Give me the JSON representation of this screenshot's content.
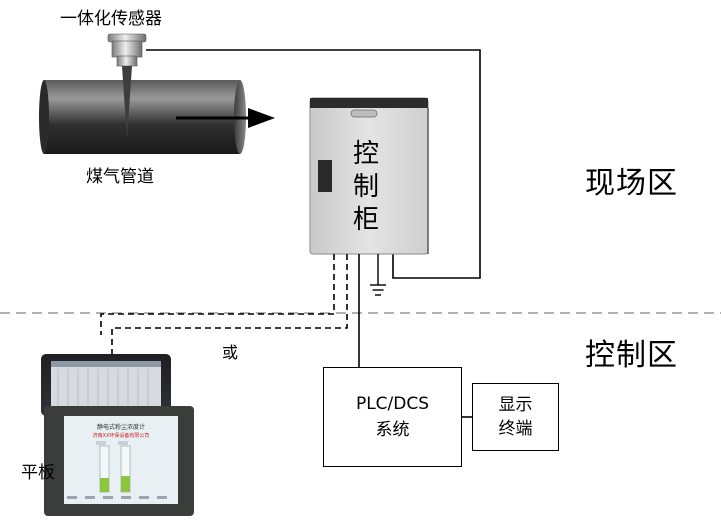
{
  "labels": {
    "sensor": "一体化传感器",
    "pipe": "煤气管道",
    "cabinet": "控制柜",
    "zone_field": "现场区",
    "zone_control": "控制区",
    "or": "或",
    "plc_line1": "PLC/DCS",
    "plc_line2": "系统",
    "display_line1": "显示",
    "display_line2": "终端",
    "tablet": "平板"
  },
  "screen": {
    "title": "静电式粉尘浓度计",
    "subtitle": "济南XX环保设备有限公司"
  },
  "colors": {
    "dashed_zone_line": "#9a9a9a",
    "pipe_dark": "#2b2b2b",
    "cabinet_body": "#d9d9d9",
    "screen_bg": "#e9f0f3",
    "screen_subtitle": "#cc2222",
    "level_fill": "#8cc63f",
    "tablet_frame": "#3a3d3a"
  },
  "icons": [
    "sensor-probe-icon",
    "flow-arrow-icon",
    "ground-icon"
  ]
}
